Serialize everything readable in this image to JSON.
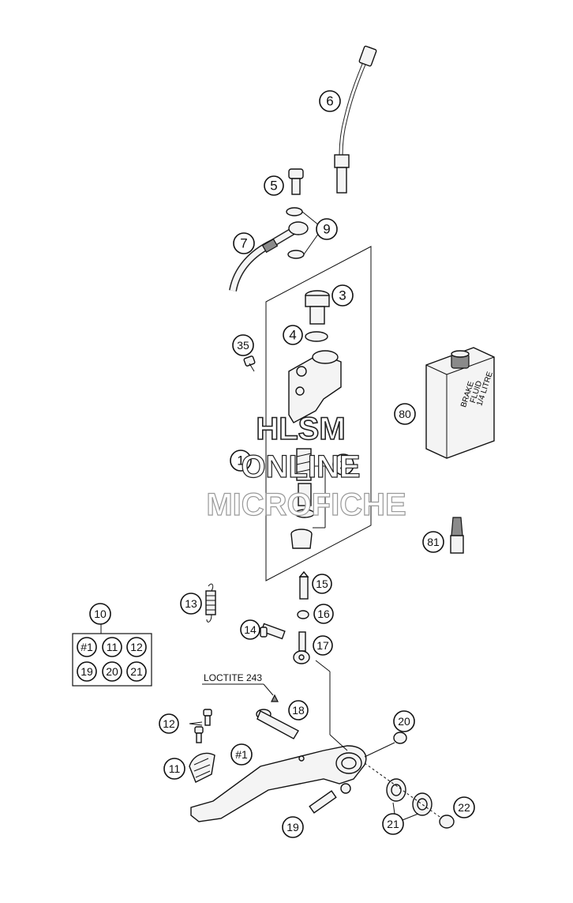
{
  "callouts": [
    {
      "id": "c6",
      "label": "6"
    },
    {
      "id": "c5",
      "label": "5"
    },
    {
      "id": "c9",
      "label": "9"
    },
    {
      "id": "c7",
      "label": "7"
    },
    {
      "id": "c3",
      "label": "3"
    },
    {
      "id": "c4",
      "label": "4"
    },
    {
      "id": "c35",
      "label": "35"
    },
    {
      "id": "c80",
      "label": "80"
    },
    {
      "id": "c1",
      "label": "1"
    },
    {
      "id": "c2",
      "label": "2"
    },
    {
      "id": "c81",
      "label": "81"
    },
    {
      "id": "c15",
      "label": "15"
    },
    {
      "id": "c13",
      "label": "13"
    },
    {
      "id": "c16",
      "label": "16"
    },
    {
      "id": "c10",
      "label": "10"
    },
    {
      "id": "c14",
      "label": "14"
    },
    {
      "id": "c17",
      "label": "17"
    },
    {
      "id": "c18",
      "label": "18"
    },
    {
      "id": "c12",
      "label": "12"
    },
    {
      "id": "c20",
      "label": "20"
    },
    {
      "id": "c1b",
      "label": "#1"
    },
    {
      "id": "c11",
      "label": "11"
    },
    {
      "id": "c22",
      "label": "22"
    },
    {
      "id": "c21",
      "label": "21"
    },
    {
      "id": "c19",
      "label": "19"
    }
  ],
  "kit": {
    "items": [
      "#1",
      "11",
      "12",
      "19",
      "20",
      "21"
    ]
  },
  "loctite_label": "LOCTITE 243",
  "bottle_label": [
    "BRAKE",
    "FLUID",
    "1/4 LITRE"
  ],
  "watermark": {
    "line1": "HLSM",
    "line2": "ONLINE",
    "line3": "MICROFICHE"
  }
}
